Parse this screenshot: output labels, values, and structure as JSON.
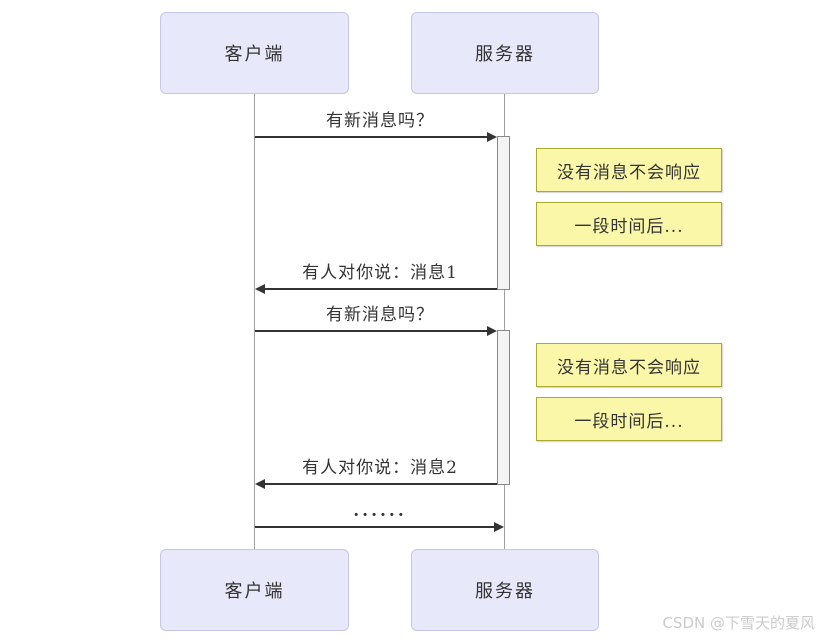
{
  "diagram_type": "sequence",
  "actors": {
    "client": {
      "label": "客户端"
    },
    "server": {
      "label": "服务器"
    }
  },
  "messages": {
    "request": "有新消息吗？",
    "reply_1": "有人对你说：消息1",
    "reply_2": "有人对你说：消息2",
    "ellipsis": "......"
  },
  "notes": {
    "no_message": "没有消息不会响应",
    "after_while": "一段时间后..."
  },
  "colors": {
    "actor_fill": "#E8E8FB",
    "actor_border": "#C5C5F0",
    "note_fill": "#FBF7A8",
    "note_border": "#AAAA33",
    "line": "#333333",
    "lifeline": "#A0A0A0",
    "activation_fill": "#F4F4F4",
    "activation_border": "#888888",
    "watermark_color": "#CBCBCB"
  },
  "watermark": {
    "text": "CSDN @下雪天的夏风"
  }
}
